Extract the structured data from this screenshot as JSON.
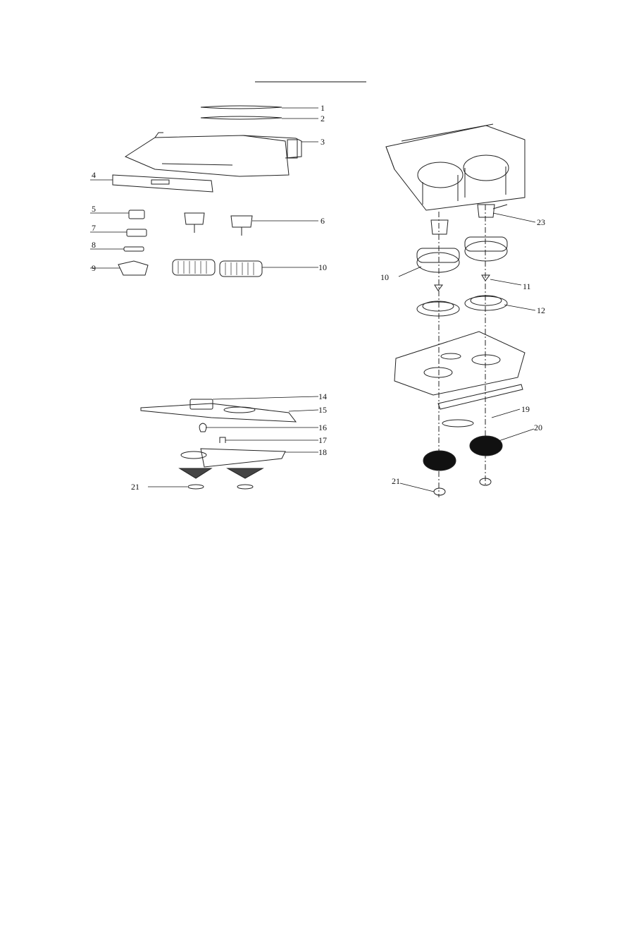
{
  "callouts": {
    "c1": "1",
    "c2": "2",
    "c3": "3",
    "c4": "4",
    "c5": "5",
    "c6": "6",
    "c7": "7",
    "c8": "8",
    "c9": "9",
    "c10": "10",
    "c14": "14",
    "c15": "15",
    "c16": "16",
    "c17": "17",
    "c18": "18",
    "c21": "21",
    "r10": "10",
    "r11": "11",
    "r12": "12",
    "r19": "19",
    "r20": "20",
    "r21": "21",
    "r23": "23"
  },
  "colors": {
    "ink": "#111111",
    "faded": "#e2e2e2",
    "background": "#ffffff"
  }
}
